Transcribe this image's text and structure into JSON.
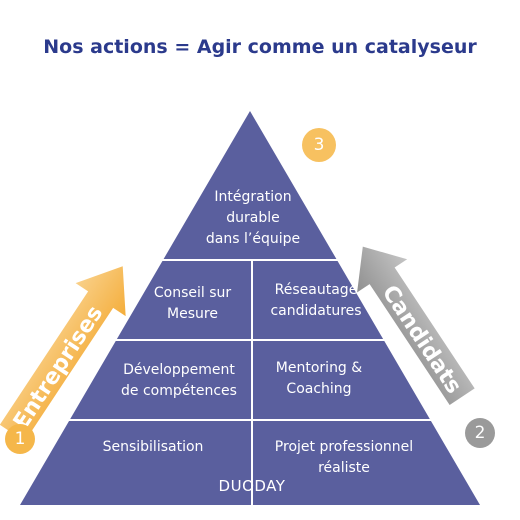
{
  "title": "Nos actions = Agir comme un catalyseur",
  "pyramid": {
    "top": "Intégration\ndurable\ndans l’équipe",
    "left_col": [
      "Conseil sur\nMesure",
      "Développement\nde compétences",
      "Sensibilisation"
    ],
    "right_col": [
      "Réseautage\ncandidatures",
      "Mentoring &\nCoaching",
      "Projet professionnel\nréaliste"
    ],
    "watermark": "DUODAY"
  },
  "arrows": {
    "left_label": "Entreprises",
    "right_label": "Candidats"
  },
  "steps": {
    "one": "1",
    "two": "2",
    "three": "3"
  },
  "colors": {
    "pyramid": "#5a5f9e",
    "divider": "#ffffff",
    "title": "#2b3a8c",
    "orange": "#f5b74a",
    "orange_light": "#f9d089",
    "grey": "#9a9a9a",
    "grey_light": "#bdbdbd"
  }
}
